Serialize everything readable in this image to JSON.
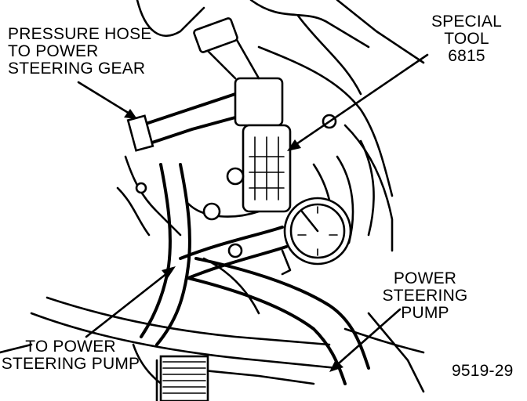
{
  "labels": {
    "pressure_hose": [
      "PRESSURE HOSE",
      "TO POWER",
      "STEERING GEAR"
    ],
    "special_tool": [
      "SPECIAL TOOL",
      "6815"
    ],
    "power_steering_pump": [
      "POWER STEERING",
      "PUMP"
    ],
    "to_power_steering_pump": [
      "TO POWER",
      "STEERING PUMP"
    ],
    "figure_number": "9519-29"
  },
  "colors": {
    "ink": "#000000",
    "paper": "#ffffff"
  }
}
